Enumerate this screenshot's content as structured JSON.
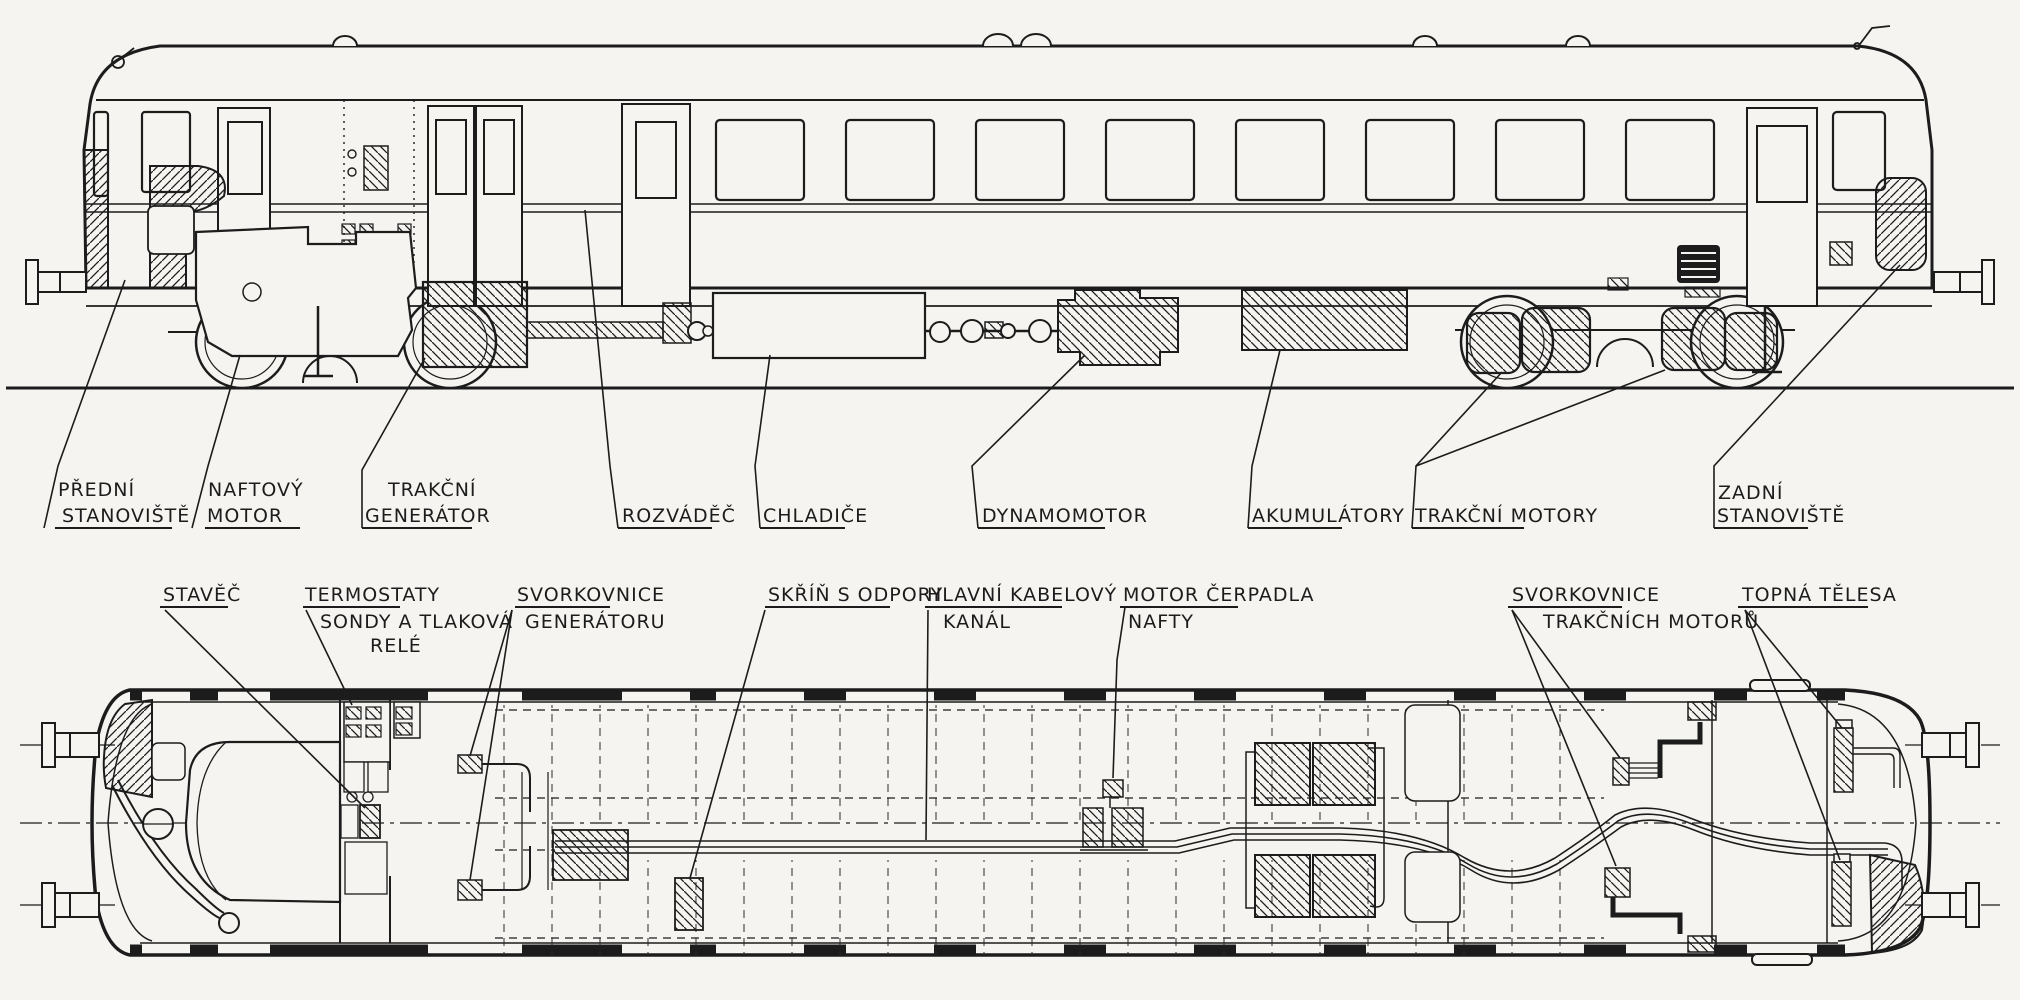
{
  "colors": {
    "paper": "#f5f4f0",
    "ink": "#1c1c1c"
  },
  "side_view": {
    "labels": [
      {
        "id": "predni-stanoviste",
        "lines": [
          "PŘEDNÍ",
          "STANOVIŠTĚ"
        ]
      },
      {
        "id": "naftovy-motor",
        "lines": [
          "NAFTOVÝ",
          "MOTOR"
        ]
      },
      {
        "id": "trakcni-generator",
        "lines": [
          "TRAKČNÍ",
          "GENERÁTOR"
        ]
      },
      {
        "id": "rozvadec",
        "lines": [
          "ROZVÁDĚČ"
        ]
      },
      {
        "id": "chladice",
        "lines": [
          "CHLADIČE"
        ]
      },
      {
        "id": "dynamomotor",
        "lines": [
          "DYNAMOMOTOR"
        ]
      },
      {
        "id": "akumulatory",
        "lines": [
          "AKUMULÁTORY"
        ]
      },
      {
        "id": "trakcni-motory",
        "lines": [
          "TRAKČNÍ MOTORY"
        ]
      },
      {
        "id": "zadni-stanoviste",
        "lines": [
          "ZADNÍ",
          "STANOVIŠTĚ"
        ]
      }
    ]
  },
  "plan_view": {
    "labels": [
      {
        "id": "stavec",
        "lines": [
          "STAVĚČ"
        ]
      },
      {
        "id": "termostaty",
        "lines": [
          "TERMOSTATY",
          "SONDY A TLAKOVÁ",
          "RELÉ"
        ]
      },
      {
        "id": "svorkovnice-generatoru",
        "lines": [
          "SVORKOVNICE",
          "GENERÁTORU"
        ]
      },
      {
        "id": "skrin-s-odpory",
        "lines": [
          "SKŘÍŇ S ODPORY"
        ]
      },
      {
        "id": "hlavni-kabelovy-kanal",
        "lines": [
          "HLAVNÍ KABELOVÝ",
          "KANÁL"
        ]
      },
      {
        "id": "motor-cerpadla-nafty",
        "lines": [
          "MOTOR ČERPADLA",
          "NAFTY"
        ]
      },
      {
        "id": "svorkovnice-trakcnich-motoru",
        "lines": [
          "SVORKOVNICE",
          "TRAKČNÍCH MOTORŮ"
        ]
      },
      {
        "id": "topna-telesa",
        "lines": [
          "TOPNÁ TĚLESA"
        ]
      }
    ]
  }
}
